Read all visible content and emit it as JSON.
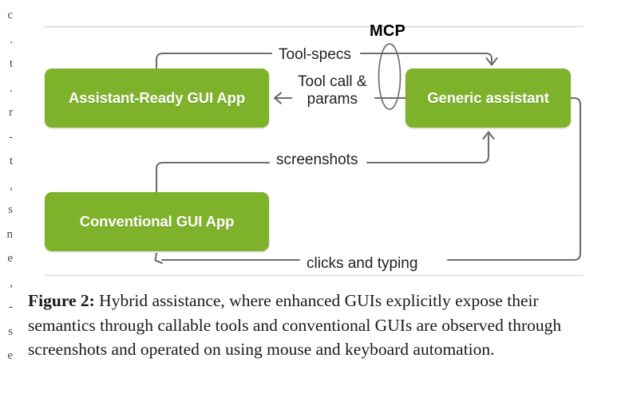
{
  "figure": {
    "nodes": [
      {
        "id": "assistant-ready",
        "label": "Assistant-Ready GUI App"
      },
      {
        "id": "generic-assistant",
        "label": "Generic assistant"
      },
      {
        "id": "conventional",
        "label": "Conventional GUI App"
      }
    ],
    "edges": [
      {
        "id": "tool-specs",
        "label": "Tool-specs",
        "from": "assistant-ready",
        "to": "generic-assistant"
      },
      {
        "id": "tool-call",
        "label_line1": "Tool call &",
        "label_line2": "params",
        "from": "generic-assistant",
        "to": "assistant-ready"
      },
      {
        "id": "screenshots",
        "label": "screenshots",
        "from": "conventional",
        "to": "generic-assistant"
      },
      {
        "id": "clicks-and-typing",
        "label": "clicks and typing",
        "from": "generic-assistant",
        "to": "conventional"
      }
    ],
    "annotations": [
      {
        "id": "mcp",
        "label": "MCP",
        "shape": "ellipse"
      }
    ],
    "colors": {
      "node_fill": "#7fb22b",
      "node_text": "#ffffff",
      "edge_stroke": "#6e6e6e",
      "rule": "#d9d9d9",
      "label_text": "#231f20"
    }
  },
  "caption": {
    "lead": "Figure 2:",
    "text": " Hybrid assistance, where enhanced GUIs explicitly expose their semantics through callable tools and conventional GUIs are observed through screenshots and operated on using mouse and keyboard automation."
  },
  "edge_column_fragments": [
    "c",
    ".",
    "t",
    ".",
    "r",
    "-",
    "t",
    ",",
    "s",
    "n",
    "e",
    ",",
    "-",
    "s",
    "e"
  ]
}
